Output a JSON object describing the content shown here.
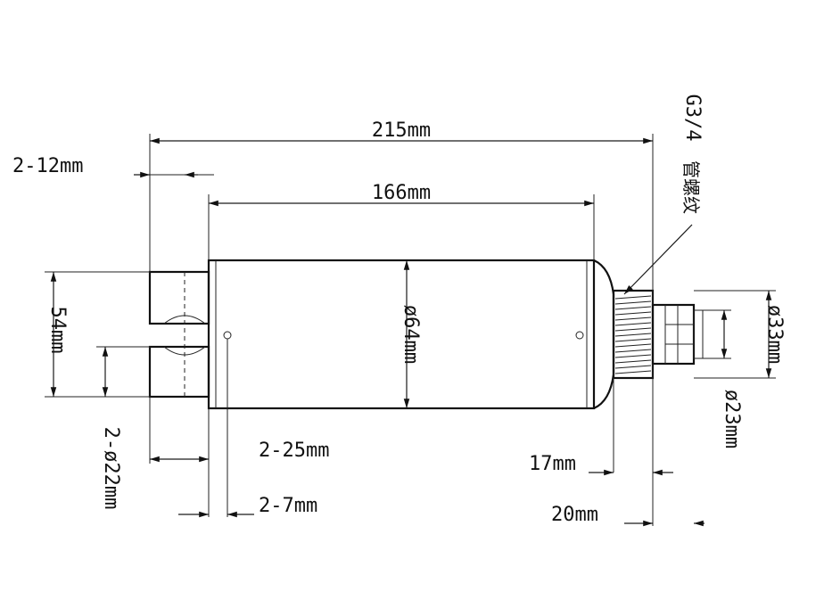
{
  "dimensions": {
    "overall_length": "215mm",
    "body_length": "166mm",
    "clamp_width": "2-12mm",
    "mount_height": "54mm",
    "body_diameter": "ø64mm",
    "hole_diameter": "2-ø22mm",
    "clamp_offset": "2-25mm",
    "pin_offset": "2-7mm",
    "thread_length": "17mm",
    "gland_length": "20mm",
    "gland_outer_diameter": "ø33mm",
    "gland_inner_diameter": "ø23mm"
  },
  "thread_callout": {
    "spec": "G3/4",
    "note": "管螺纹"
  }
}
